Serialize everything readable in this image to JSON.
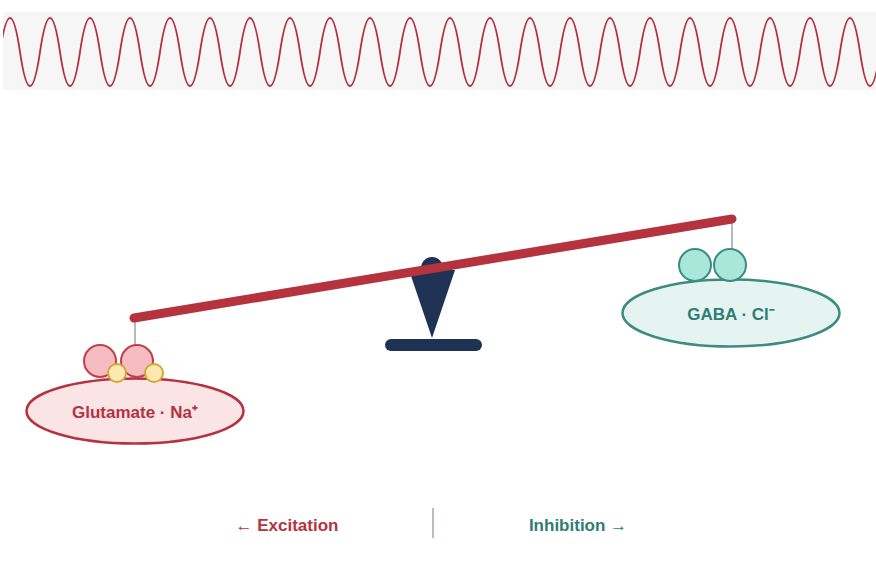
{
  "diagram": {
    "nodes": [
      {
        "text": [
          "Glutamate · Na⁺"
        ]
      },
      {
        "text": [
          "GABA · Cl⁻"
        ]
      }
    ],
    "labels": [
      "← Excitation",
      "Inhibition →"
    ]
  }
}
